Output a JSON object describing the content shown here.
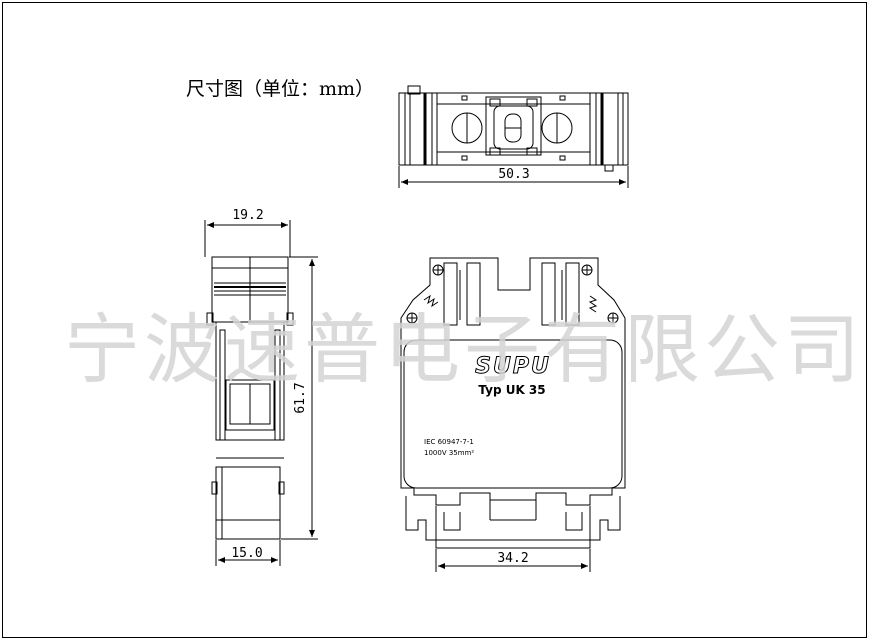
{
  "title": "尺寸图（单位：mm）",
  "watermark": "宁波速普电子有限公司",
  "dimensions": {
    "top_width": "50.3",
    "side_depth": "19.2",
    "side_height": "61.7",
    "side_bottom": "15.0",
    "front_rail": "34.2"
  },
  "label": {
    "brand": "SUPU",
    "type": "Typ UK 35",
    "standard": "IEC 60947-7-1",
    "rating": "1000V  35mm²"
  }
}
